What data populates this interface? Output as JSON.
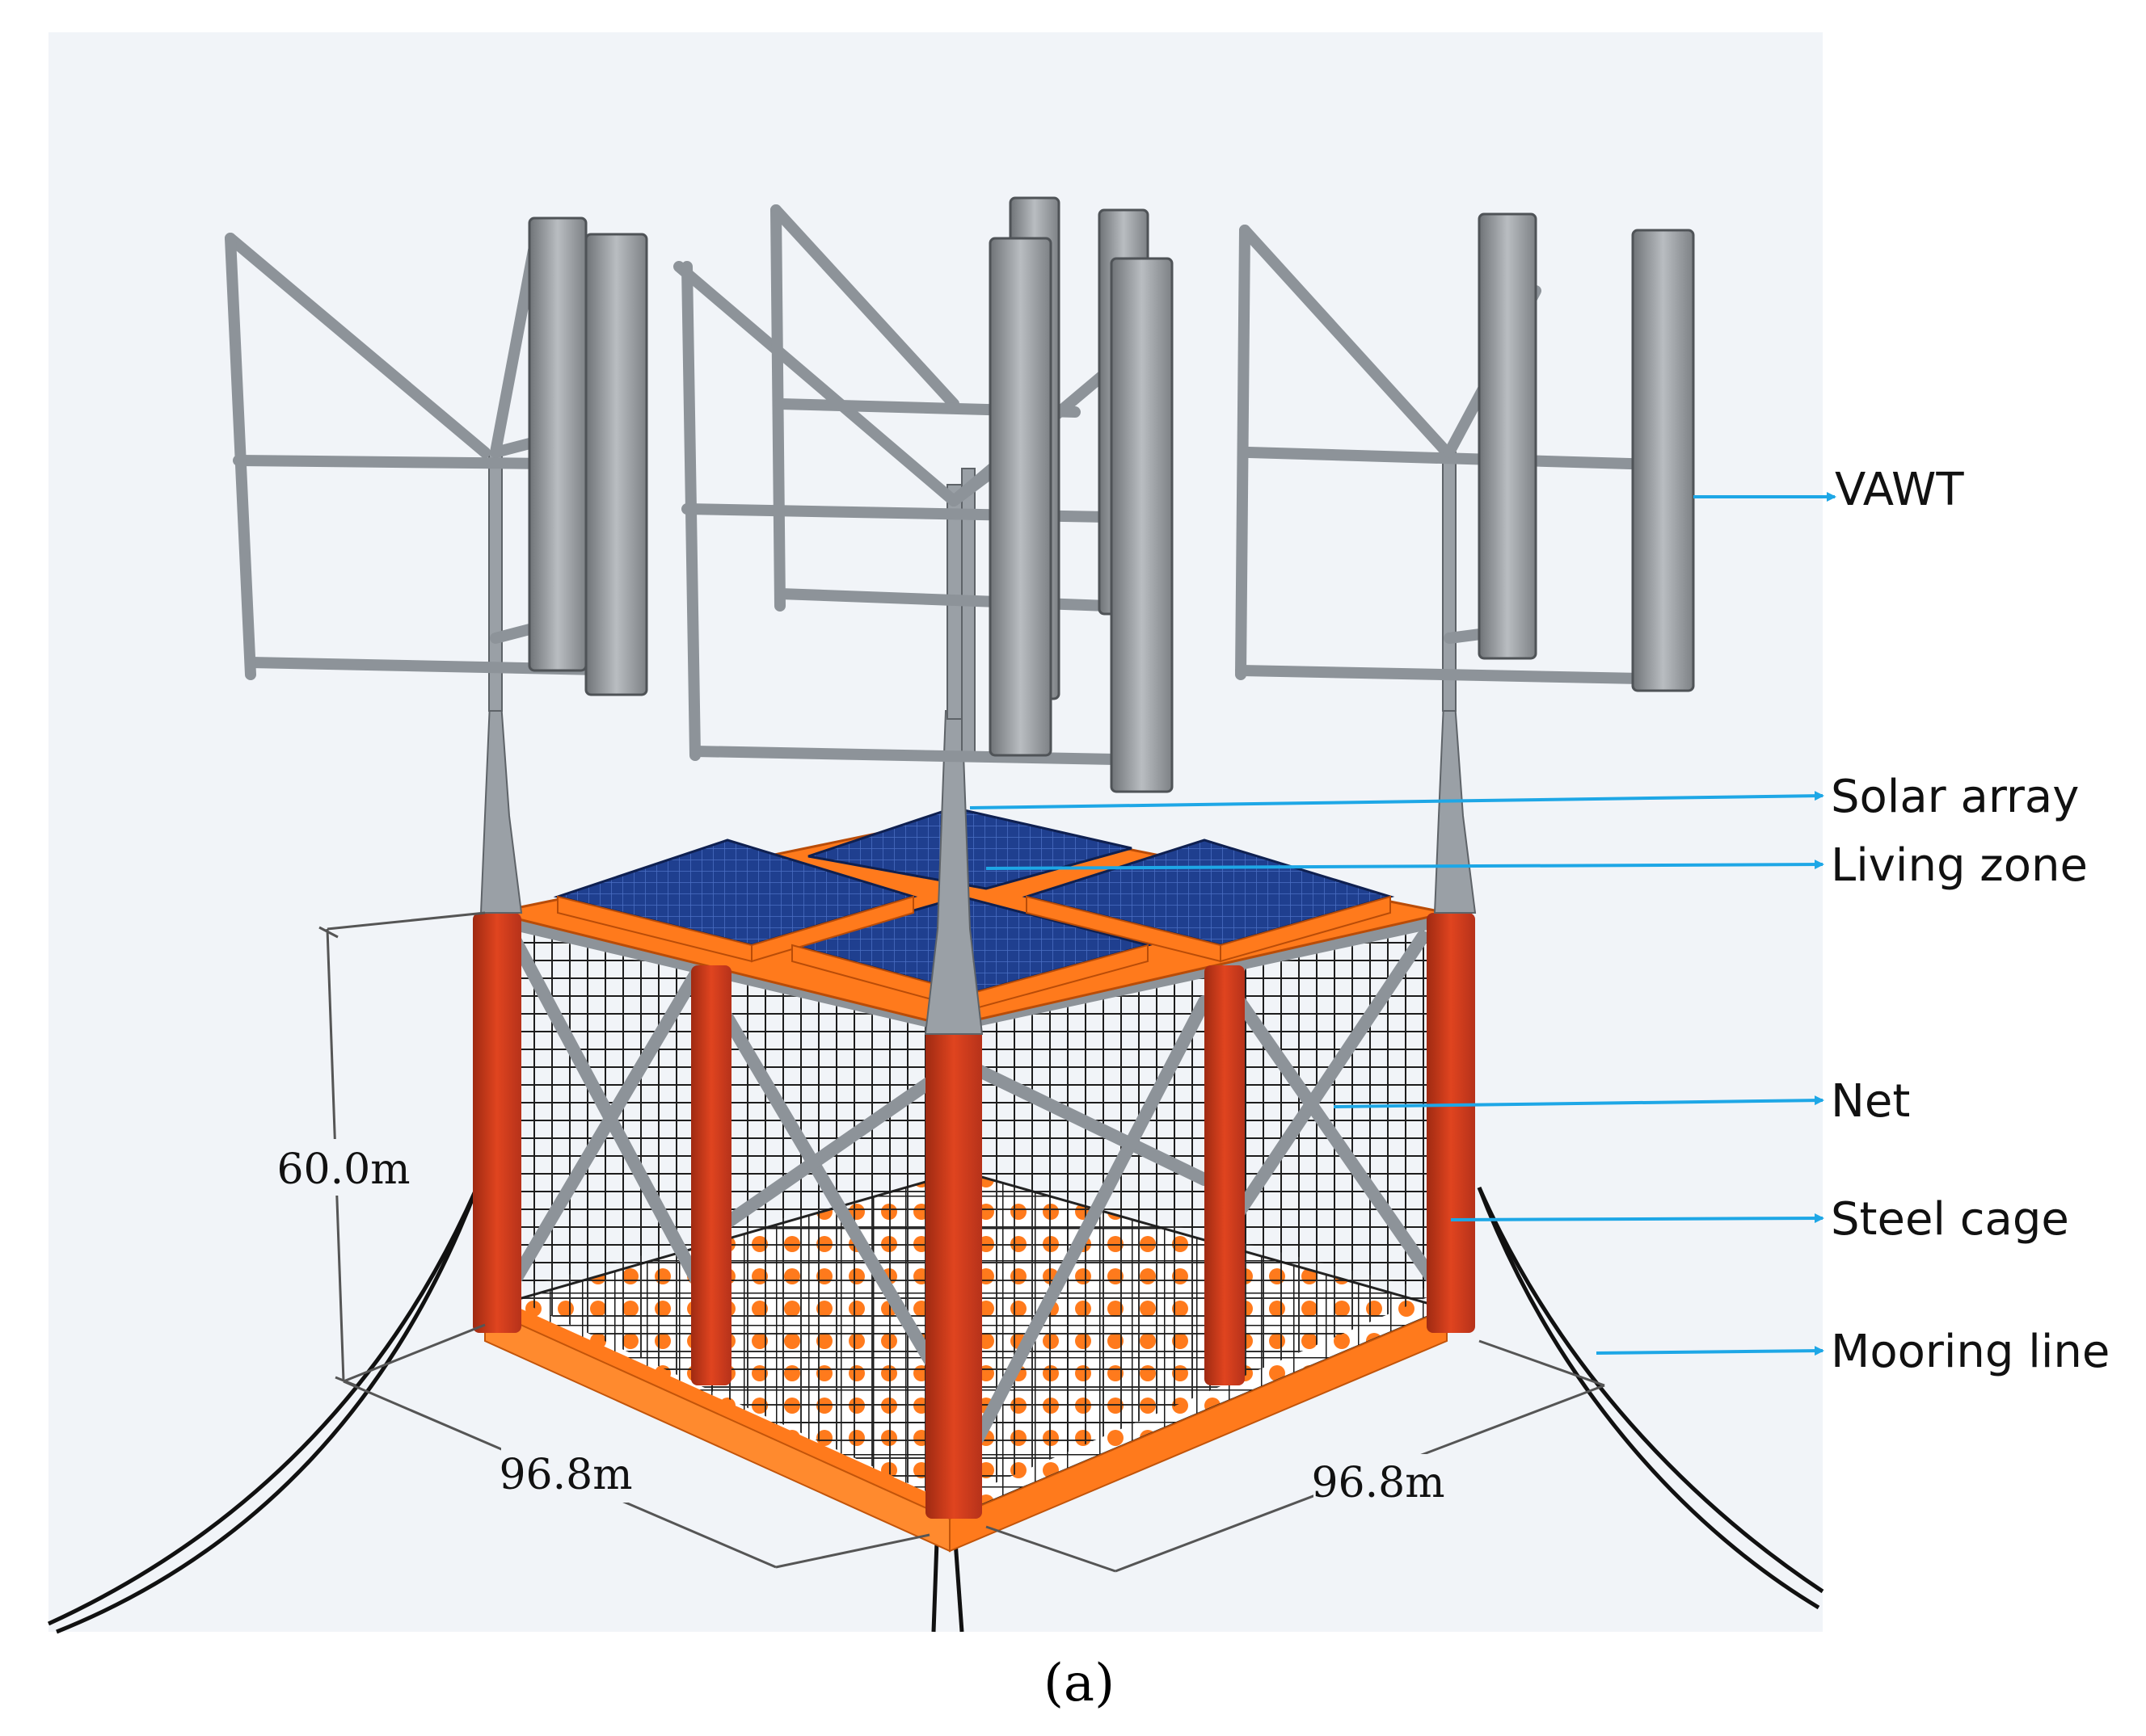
{
  "figure": {
    "caption": "(a)",
    "callouts": [
      {
        "id": "vawt",
        "label": "VAWT"
      },
      {
        "id": "solar",
        "label": "Solar array"
      },
      {
        "id": "living",
        "label": "Living zone"
      },
      {
        "id": "net",
        "label": "Net"
      },
      {
        "id": "cage",
        "label": "Steel cage"
      },
      {
        "id": "mooring",
        "label": "Mooring line"
      }
    ],
    "dimensions": {
      "height": "60.0m",
      "width_left": "96.8m",
      "width_right": "96.8m"
    },
    "colors": {
      "background": "#f1f4f8",
      "column": "#d9401e",
      "column_dark": "#9f2a12",
      "pontoon": "#ff7a1c",
      "solar": "#1f3f8f",
      "steel": "#9aa0a6",
      "callout_arrow": "#1ea7e6",
      "net": "#1a1a1a"
    }
  }
}
